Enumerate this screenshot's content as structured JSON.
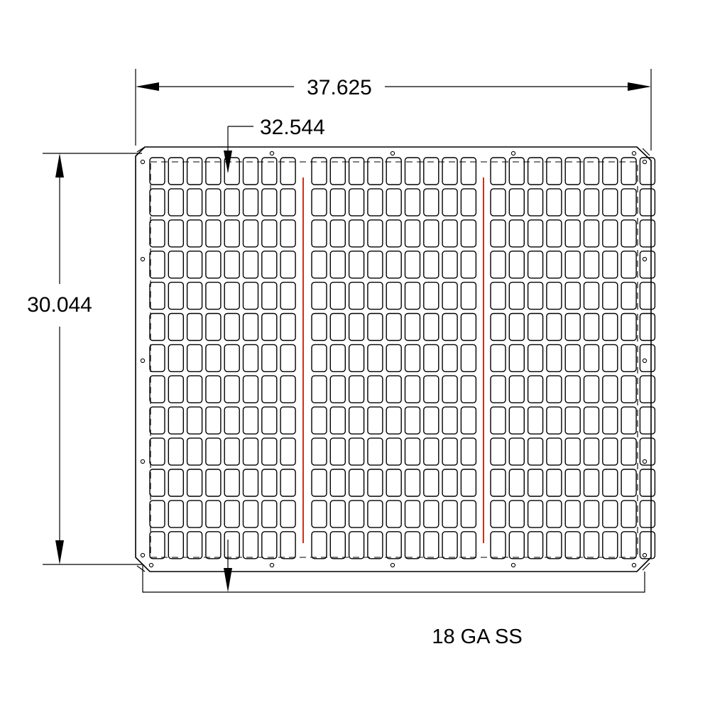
{
  "dimensions": {
    "overall_width": "37.625",
    "inner_width": "32.544",
    "height": "30.044"
  },
  "note": {
    "material": "18 GA SS"
  },
  "colors": {
    "line": "#000000",
    "bend_line": "#c8321e"
  },
  "grid": {
    "rows": 13,
    "columns": 26,
    "bend_lines": 2
  }
}
